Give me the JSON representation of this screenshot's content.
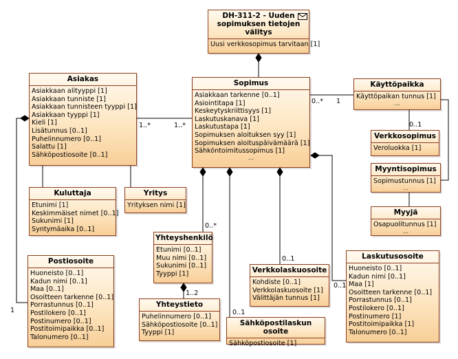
{
  "classes": {
    "dh": {
      "title": [
        "DH-311-2 - Uuden",
        "sopimuksen tietojen",
        "välitys"
      ],
      "attrs": [
        "Uusi verkkosopimus tarvitaan [1]"
      ]
    },
    "asiakas": {
      "title": [
        "Asiakas"
      ],
      "attrs": [
        "Asiakkaan alityyppi [1]",
        "Asiakkaan tunniste [1]",
        "Asiakkaan tunnisteen tyyppi [1]",
        "Asiakkaan tyyppi [1]",
        "Kieli [1]",
        "Lisätunnus [0..1]",
        "Puhelinnumero [0..1]",
        "Salattu [1]",
        "Sähköpostiosoite [0..1]"
      ]
    },
    "sopimus": {
      "title": [
        "Sopimus"
      ],
      "attrs": [
        "Asiakkaan tarkenne [0..1]",
        "Asiointitapa [1]",
        "Keskeytyskriittisyys [1]",
        "Laskutuskanava [1]",
        "Laskutustapa [1]",
        "Sopimuksen aloituksen syy [1]",
        "Sopimuksen aloituspäivämäärä [1]",
        "Sähköntoimitussopimus [1]"
      ],
      "more": "..."
    },
    "kayttopaikka": {
      "title": [
        "Käyttöpaikka"
      ],
      "attrs": [
        "Käyttöpaikan tunnus [1]"
      ],
      "more": "..."
    },
    "verkkosopimus": {
      "title": [
        "Verkkosopimus"
      ],
      "attrs": [
        "Veroluokka [1]"
      ]
    },
    "myyntisopimus": {
      "title": [
        "Myyntisopimus"
      ],
      "attrs": [
        "Sopimustunnus [1]"
      ],
      "more": "..."
    },
    "myyja": {
      "title": [
        "Myyjä"
      ],
      "attrs": [
        "Osapuolitunnus [1]"
      ],
      "more": "..."
    },
    "kuluttaja": {
      "title": [
        "Kuluttaja"
      ],
      "attrs": [
        "Etunimi [1]",
        "Keskimmäiset nimet [0..1]",
        "Sukunimi [1]",
        "Syntymäaika [0..1]"
      ]
    },
    "yritys": {
      "title": [
        "Yritys"
      ],
      "attrs": [
        "Yrityksen nimi [1]"
      ]
    },
    "yhteyshenkilo": {
      "title": [
        "Yhteyshenkilö"
      ],
      "attrs": [
        "Etunimi [0..1]",
        "Muu nimi [0..1]",
        "Sukunimi [0..1]",
        "Tyyppi [1]"
      ]
    },
    "yhteystieto": {
      "title": [
        "Yhteystieto"
      ],
      "attrs": [
        "Puhelinnumero [0..1]",
        "Sähköpostiosoite [0..1]",
        "Tyyppi [1]"
      ]
    },
    "postiosoite": {
      "title": [
        "Postiosoite"
      ],
      "attrs": [
        "Huoneisto [0..1]",
        "Kadun nimi [0..1]",
        "Maa [0..1]",
        "Osoitteen tarkenne [0..1]",
        "Porrastunnus [0..1]",
        "Postilokero [0..1]",
        "Postinumero [0..1]",
        "Postitoimipaikka [0..1]",
        "Talonumero [0..1]"
      ]
    },
    "verkkolaskuosoite": {
      "title": [
        "Verkkolaskuosoite"
      ],
      "attrs": [
        "Kohdiste [0..1]",
        "Verkkolaskuosoite [1]",
        "Välittäjän tunnus [1]"
      ]
    },
    "sahkopostilaskun": {
      "title": [
        "Sähköpostilaskun osoite"
      ],
      "attrs": [
        "Sähköpostiosoite [1]"
      ]
    },
    "laskutusosoite": {
      "title": [
        "Laskutusosoite"
      ],
      "attrs": [
        "Huoneisto [0..1]",
        "Kadun nimi [0..1]",
        "Maa [1]",
        "Osoitteen tarkenne [0..1]",
        "Porrastunnus [0..1]",
        "Postilokero [0..1]",
        "Postinumero [1]",
        "Postitoimipaikka [1]",
        "Talonumero [0..1]"
      ]
    }
  },
  "multiplicities": {
    "asiakas_sopimus_left": "1..*",
    "asiakas_sopimus_right": "1..*",
    "sopimus_kayttopaikka_left": "0..*",
    "sopimus_kayttopaikka_right": "1",
    "kayttopaikka_verkkosopimus": "0..1",
    "sopimus_yhteyshenkilo": "0..*",
    "yhteyshenkilo_yhteystieto": "1..2",
    "sopimus_verkkolaskuosoite": "0..1",
    "sopimus_sahkopostilaskun": "0..1",
    "sopimus_laskutusosoite": "0..1",
    "asiakas_postiosoite": "1"
  },
  "icons": {
    "dh_icon": "envelope-icon"
  }
}
